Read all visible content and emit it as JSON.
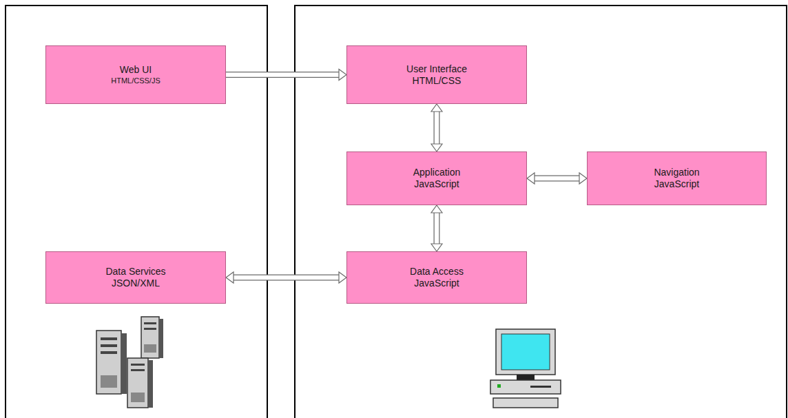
{
  "diagram": {
    "nodes": [
      {
        "text": [
          "Web UI",
          "HTML/CSS/JS"
        ]
      },
      {
        "text": [
          "User Interface",
          "HTML/CSS"
        ]
      },
      {
        "text": [
          "Application",
          "JavaScript"
        ]
      },
      {
        "text": [
          "Navigation",
          "JavaScript"
        ]
      },
      {
        "text": [
          "Data Services",
          "JSON/XML"
        ]
      },
      {
        "text": [
          "Data Access",
          "JavaScript"
        ]
      }
    ],
    "edges": [
      {
        "from": 0,
        "to": 1,
        "arrow": "to"
      },
      {
        "from": 1,
        "to": 2,
        "arrow": "both"
      },
      {
        "from": 2,
        "to": 3,
        "arrow": "both"
      },
      {
        "from": 2,
        "to": 5,
        "arrow": "both"
      },
      {
        "from": 4,
        "to": 5,
        "arrow": "both"
      }
    ]
  }
}
